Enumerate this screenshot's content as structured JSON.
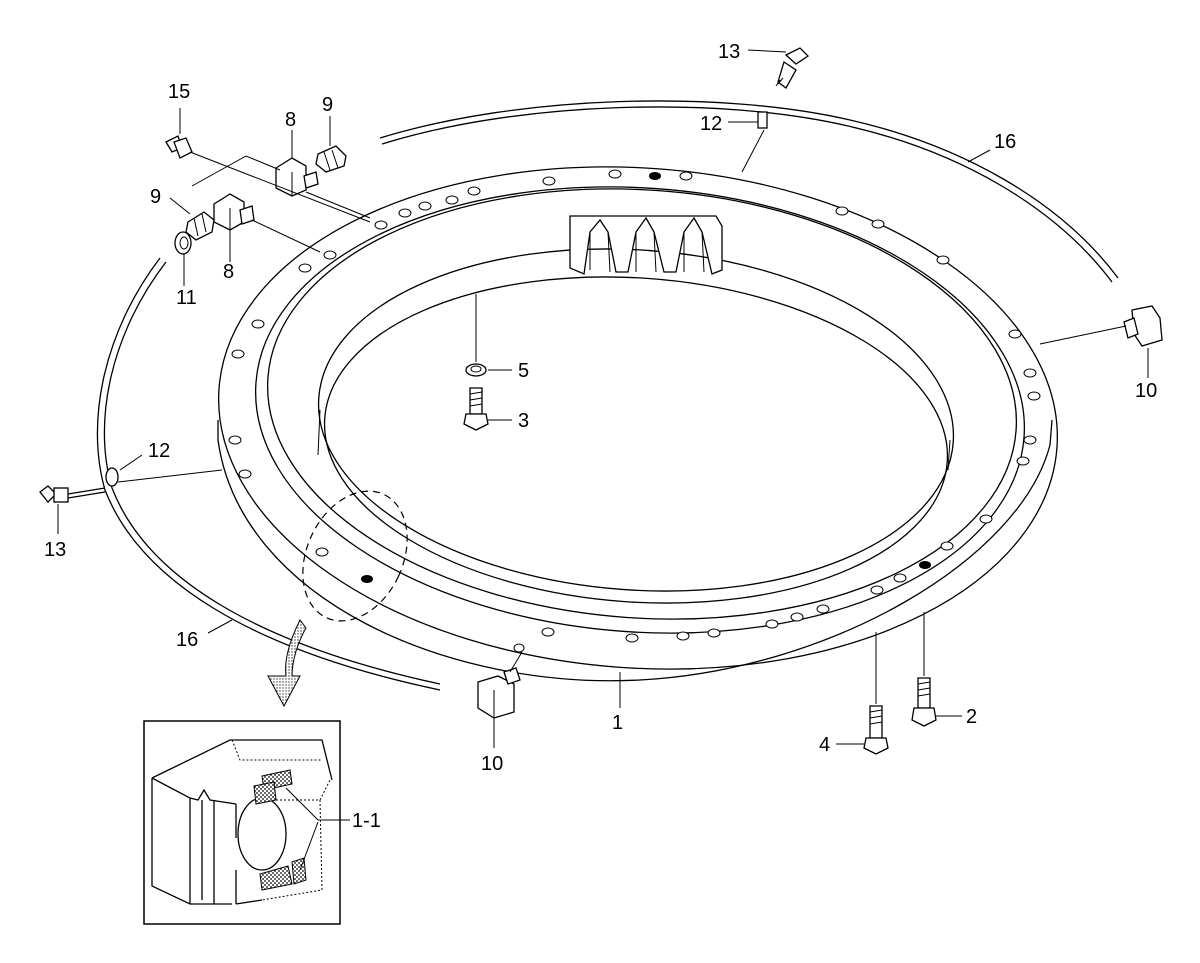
{
  "callouts": {
    "c1": "1",
    "c1_1": "1-1",
    "c2": "2",
    "c3": "3",
    "c4": "4",
    "c5": "5",
    "c8a": "8",
    "c8b": "8",
    "c9a": "9",
    "c9b": "9",
    "c10a": "10",
    "c10b": "10",
    "c11": "11",
    "c12a": "12",
    "c12b": "12",
    "c13a": "13",
    "c13b": "13",
    "c15": "15",
    "c16a": "16",
    "c16b": "16"
  }
}
